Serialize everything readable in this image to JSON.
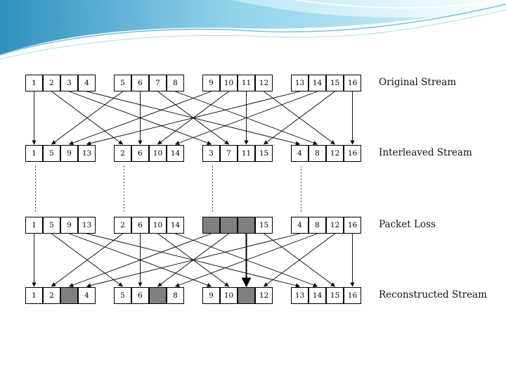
{
  "rows": [
    {
      "label": "Original Stream",
      "cells": [
        "1",
        "2",
        "3",
        "4",
        "5",
        "6",
        "7",
        "8",
        "9",
        "10",
        "11",
        "12",
        "13",
        "14",
        "15",
        "16"
      ],
      "lost": []
    },
    {
      "label": "Interleaved Stream",
      "cells": [
        "1",
        "5",
        "9",
        "13",
        "2",
        "6",
        "10",
        "14",
        "3",
        "7",
        "11",
        "15",
        "4",
        "8",
        "12",
        "16"
      ],
      "lost": []
    },
    {
      "label": "Packet Loss",
      "cells": [
        "1",
        "5",
        "9",
        "13",
        "2",
        "6",
        "10",
        "14",
        "",
        "",
        "",
        "15",
        "4",
        "8",
        "12",
        "16"
      ],
      "lost": [
        8,
        9,
        10
      ]
    },
    {
      "label": "Reconstructed Stream",
      "cells": [
        "1",
        "2",
        "",
        "4",
        "5",
        "6",
        "",
        "8",
        "9",
        "10",
        "",
        "12",
        "13",
        "14",
        "15",
        "16"
      ],
      "lost": [
        2,
        6,
        10
      ]
    }
  ],
  "colors": {
    "lost_cell": "#808080",
    "banner_light": "#bfe8f4",
    "banner_dark": "#3aa0c8"
  }
}
